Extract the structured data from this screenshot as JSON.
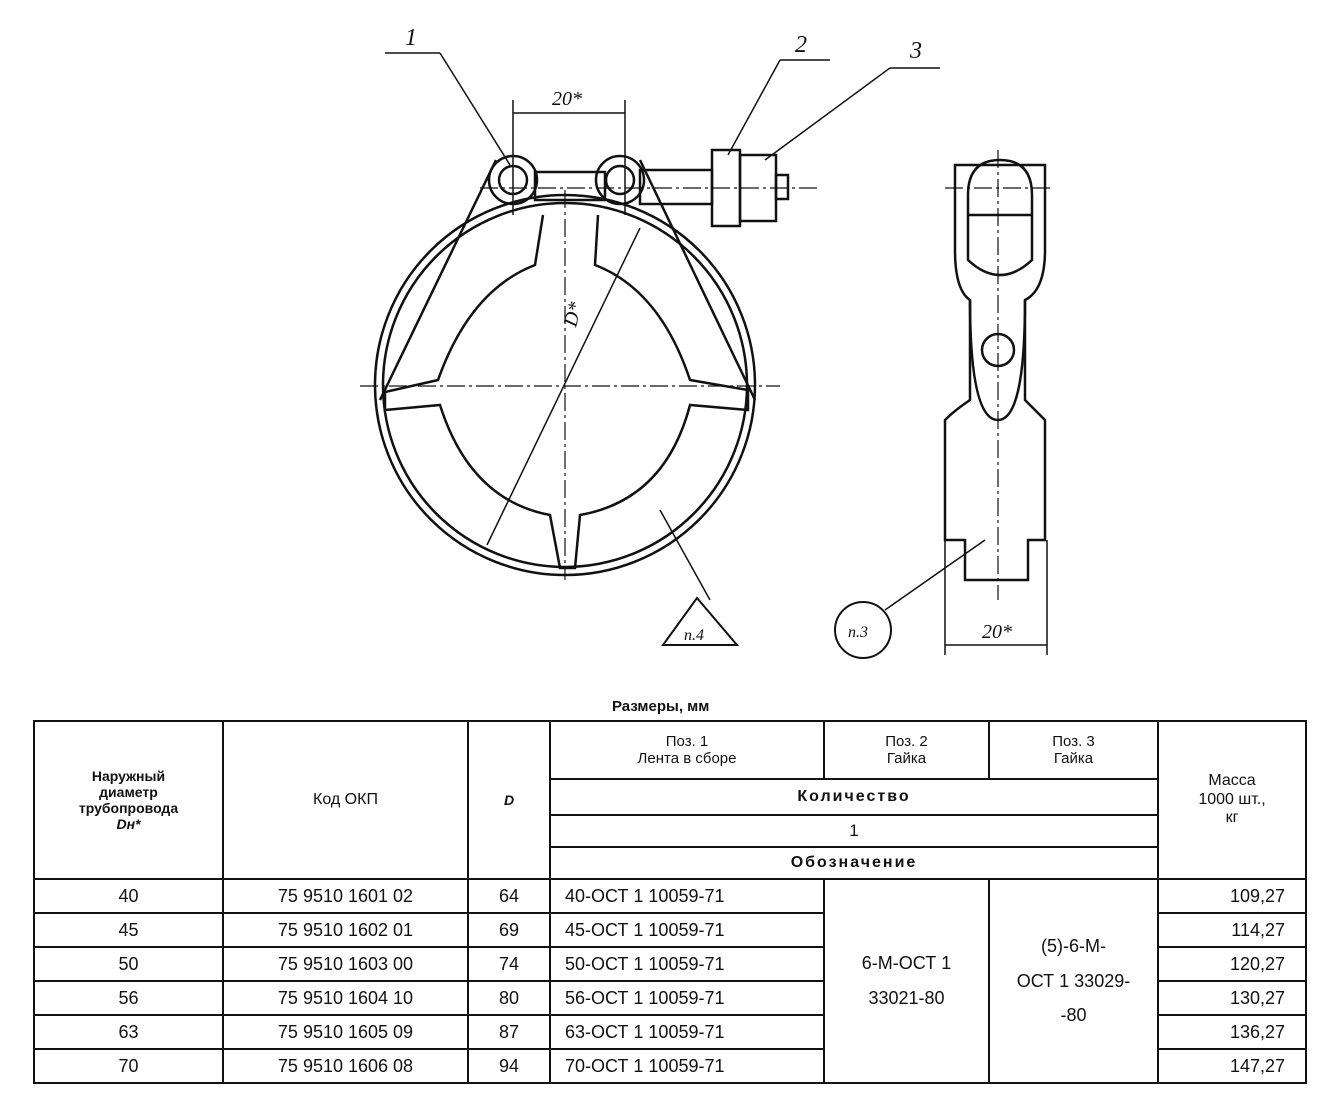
{
  "drawing": {
    "callouts": [
      "1",
      "2",
      "3"
    ],
    "dim_width_front": "20*",
    "dim_diameter": "D*",
    "note_triangle": "п.4",
    "note_circle": "п.3",
    "dim_width_side": "20*"
  },
  "table": {
    "caption": "Размеры, мм",
    "headers": {
      "outer_diameter_l1": "Наружный",
      "outer_diameter_l2": "диаметр",
      "outer_diameter_l3": "трубопровода",
      "outer_diameter_symbol": "Dн*",
      "okp_code": "Код ОКП",
      "d": "D",
      "pos1_l1": "Поз. 1",
      "pos1_l2": "Лента в сборе",
      "pos2_l1": "Поз. 2",
      "pos2_l2": "Гайка",
      "pos3_l1": "Поз. 3",
      "pos3_l2": "Гайка",
      "quantity": "Количество",
      "quantity_value": "1",
      "designation": "Обозначение",
      "mass_l1": "Масса",
      "mass_l2": "1000 шт.,",
      "mass_l3": "кг"
    },
    "pos2_designation_l1": "6-М-ОСТ 1",
    "pos2_designation_l2": "33021-80",
    "pos3_designation_l1": "(5)-6-М-",
    "pos3_designation_l2": "ОСТ 1 33029-",
    "pos3_designation_l3": "-80",
    "rows": [
      {
        "dn": "40",
        "okp": "75 9510 1601 02",
        "d": "64",
        "pos1": "40-ОСТ 1 10059-71",
        "mass": "109,27"
      },
      {
        "dn": "45",
        "okp": "75 9510 1602 01",
        "d": "69",
        "pos1": "45-ОСТ 1 10059-71",
        "mass": "114,27"
      },
      {
        "dn": "50",
        "okp": "75 9510 1603 00",
        "d": "74",
        "pos1": "50-ОСТ 1 10059-71",
        "mass": "120,27"
      },
      {
        "dn": "56",
        "okp": "75 9510 1604 10",
        "d": "80",
        "pos1": "56-ОСТ 1 10059-71",
        "mass": "130,27"
      },
      {
        "dn": "63",
        "okp": "75 9510 1605 09",
        "d": "87",
        "pos1": "63-ОСТ 1 10059-71",
        "mass": "136,27"
      },
      {
        "dn": "70",
        "okp": "75 9510 1606 08",
        "d": "94",
        "pos1": "70-ОСТ 1 10059-71",
        "mass": "147,27"
      }
    ]
  }
}
